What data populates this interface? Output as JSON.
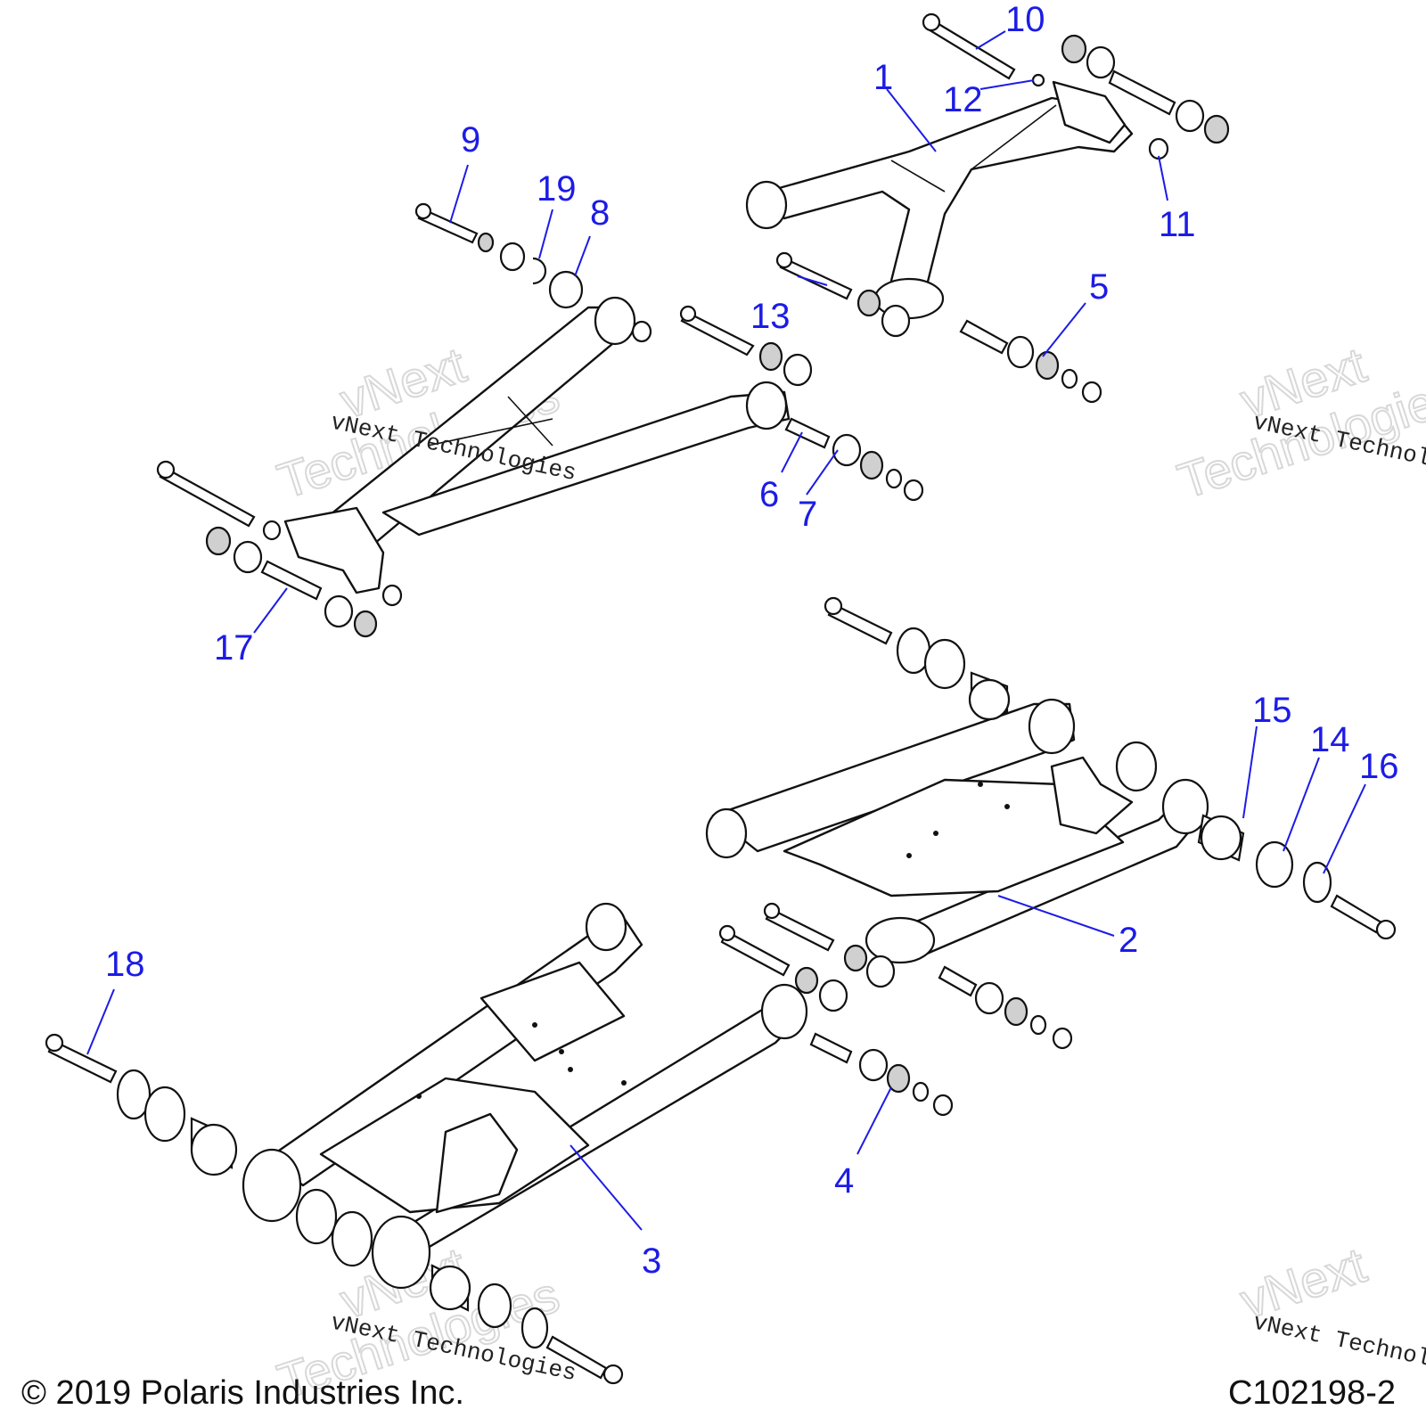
{
  "callouts": [
    "10",
    "1",
    "12",
    "11",
    "9",
    "19",
    "8",
    "13",
    "5",
    "6",
    "7",
    "17",
    "15",
    "14",
    "16",
    "2",
    "18",
    "4",
    "3"
  ],
  "watermark": {
    "company": "vNext Technologies",
    "word_1": "vNext",
    "word_2": "Technologies"
  },
  "footer": {
    "copyright": "© 2019 Polaris Industries Inc.",
    "drawing_id": "C102198-2"
  }
}
